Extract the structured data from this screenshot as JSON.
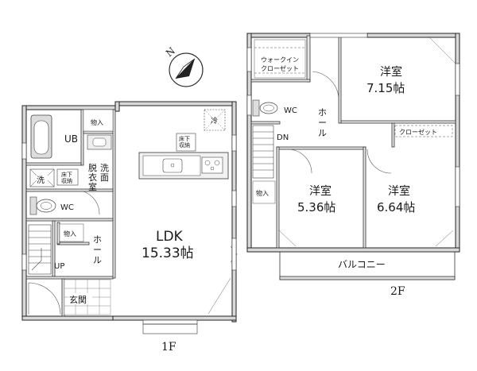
{
  "floors": {
    "first": {
      "label": "1F",
      "rooms": {
        "ub": "UB",
        "storage_1": "物入",
        "storage_2": "物入",
        "wash_machine": "洗",
        "underfloor_storage_1": [
          "床下",
          "収納"
        ],
        "dressing": [
          "脱",
          "衣",
          "室"
        ],
        "washbasin": [
          "洗",
          "面"
        ],
        "wc": "WC",
        "hall": [
          "ホ",
          "ー",
          "ル"
        ],
        "up": "UP",
        "entrance": "玄関",
        "ldk_name": "LDK",
        "ldk_area": "15.33帖",
        "underfloor_storage_2": [
          "床下",
          "収納"
        ],
        "fridge": "冷"
      }
    },
    "second": {
      "label": "2F",
      "rooms": {
        "walkin_closet": [
          "ウォークイン",
          "クローゼット"
        ],
        "bedroom_1_name": "洋室",
        "bedroom_1_area": "7.15帖",
        "wc": "WC",
        "hall": [
          "ホ",
          "ー",
          "ル"
        ],
        "dn": "DN",
        "closet": "クローゼット",
        "storage": "物入",
        "bedroom_2_name": "洋室",
        "bedroom_2_area": "5.36帖",
        "bedroom_3_name": "洋室",
        "bedroom_3_area": "6.64帖",
        "balcony": "バルコニー"
      }
    }
  },
  "compass": {
    "north_label": "N"
  }
}
